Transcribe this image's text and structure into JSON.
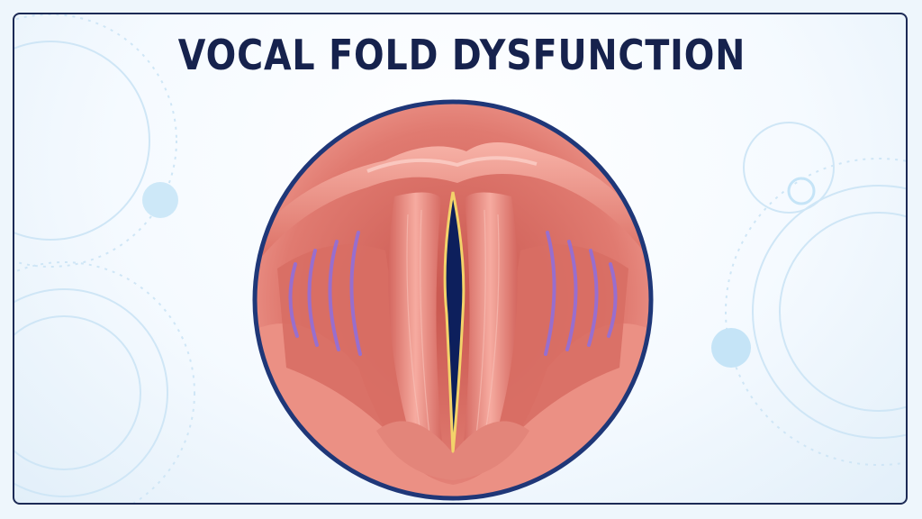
{
  "title": "VOCAL FOLD DYSFUNCTION",
  "colors": {
    "title_text": "#16224d",
    "frame_border": "#1c2a55",
    "circle_border": "#1f3778",
    "tissue": "#e8837a",
    "glottis": "#0d1f5c",
    "vibration_lines": "#8e6fe0",
    "accent_circles": "#bfe3f7"
  },
  "icons": [
    "larynx-illustration",
    "vibration-lines"
  ]
}
